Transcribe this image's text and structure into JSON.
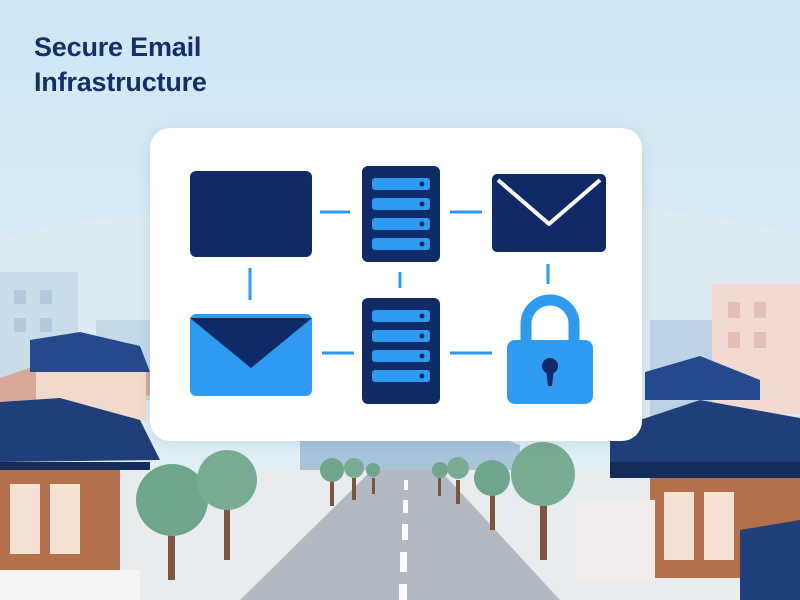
{
  "title": {
    "line1": "Secure Email",
    "line2": "Infrastructure"
  },
  "diagram": {
    "nodes": [
      {
        "name": "monitor-icon",
        "row": 1,
        "col": 1
      },
      {
        "name": "server-icon",
        "row": 1,
        "col": 2
      },
      {
        "name": "envelope-icon",
        "row": 1,
        "col": 3
      },
      {
        "name": "envelope-icon",
        "row": 2,
        "col": 1
      },
      {
        "name": "server-icon",
        "row": 2,
        "col": 2
      },
      {
        "name": "padlock-icon",
        "row": 2,
        "col": 3
      }
    ]
  },
  "colors": {
    "title": "#13306b",
    "navy": "#0f2a66",
    "blue": "#2f9bf0",
    "sky": "#d6eaf5",
    "road": "#b3b9c3",
    "tree": "#6fa58b"
  }
}
